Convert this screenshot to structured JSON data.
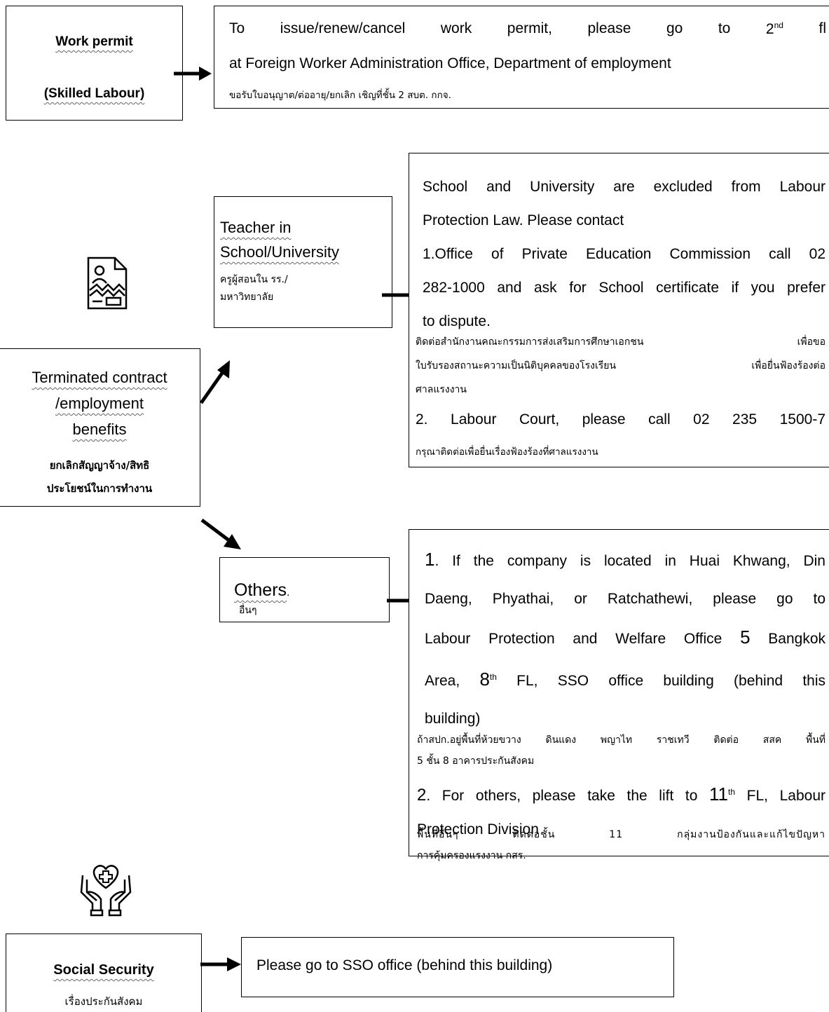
{
  "work_permit": {
    "title_line1": "Work permit",
    "title_line2": "(Skilled Labour)",
    "info_line1_words": [
      "To",
      "issue/renew/cancel",
      "work",
      "permit,",
      "please",
      "go",
      "to",
      "2",
      "fl"
    ],
    "info_sup": "nd",
    "info_line2": "at Foreign Worker Administration Office, Department of employment",
    "info_thai": "ขอรับใบอนุญาต/ต่ออายุ/ยกเลิก เชิญที่ชั้น 2 สบต. กกจ."
  },
  "terminated": {
    "title_line1": "Terminated contract",
    "title_line2": "/employment",
    "title_line3": "benefits",
    "thai_line1": "ยกเลิกสัญญาจ้าง/สิทธิ",
    "thai_line2": "ประโยชน์ในการทำงาน"
  },
  "teacher": {
    "title_line1": "Teacher in",
    "title_line2": "School/University",
    "thai_line1": "ครูผู้สอนใน รร./",
    "thai_line2": "มหาวิทยาลัย"
  },
  "school_info": {
    "line1": "School and University are excluded from Labour",
    "line2": "Protection Law. Please contact",
    "line3": "1.Office of Private Education Commission call 02",
    "line4": "282-1000 and ask for School certificate if you prefer",
    "line5": "to dispute.",
    "thai1": "ติดต่อสำนักงานคณะกรรมการส่งเสริมการศึกษาเอกชน เพื่อขอ",
    "thai2": "ใบรับรองสถานะความเป็นนิติบุคคลของโรงเรียน เพื่อยื่นฟ้องร้องต่อ",
    "thai3": "ศาลแรงงาน",
    "line6": "2. Labour Court, please call 02 235 1500-7",
    "thai4": "กรุณาติดต่อเพื่อยื่นเรื่องฟ้องร้องที่ศาลแรงงาน"
  },
  "others": {
    "title": "Others",
    "title_dot": ".",
    "thai": "อื่นๆ"
  },
  "others_info": {
    "line1_num": "1",
    "line1_text": ".  If the company is located in Huai Khwang, Din",
    "line2": "Daeng, Phyathai, or Ratchathewi, please go to",
    "line3_a": "Labour Protection and Welfare Office ",
    "line3_num": "5",
    "line3_b": " Bangkok",
    "line4_a": "Area, ",
    "line4_num": "8",
    "line4_sup": "th",
    "line4_b": " FL, SSO office building (behind this",
    "line5": "building)",
    "thai1": "ถ้าสปก.อยู่พื้นที่ห้วยขวาง ดินแดง พญาไท ราชเทวี ติดต่อ สสค พื้นที่",
    "thai2": "5 ชั้น 8 อาคารประกันสังคม",
    "line6_a": "2",
    "line6_b": ". For others, please take the lift to ",
    "line6_num": "11",
    "line6_sup": "th",
    "line6_c": " FL, Labour",
    "line7": "Protection Division",
    "thai3": "พื้นที่อื่นๆ ติดต่อชั้น 11 กลุ่มงานป้องกันและแก้ไขปัญหา",
    "thai4": "การคุ้มครองแรงงาน กสร."
  },
  "social_security": {
    "title": "Social Security",
    "thai": "เรื่องประกันสังคม",
    "info": "Please go to SSO office (behind this building)"
  },
  "icons": {
    "contract": "contract-document-icon",
    "care": "hands-heart-care-icon"
  }
}
